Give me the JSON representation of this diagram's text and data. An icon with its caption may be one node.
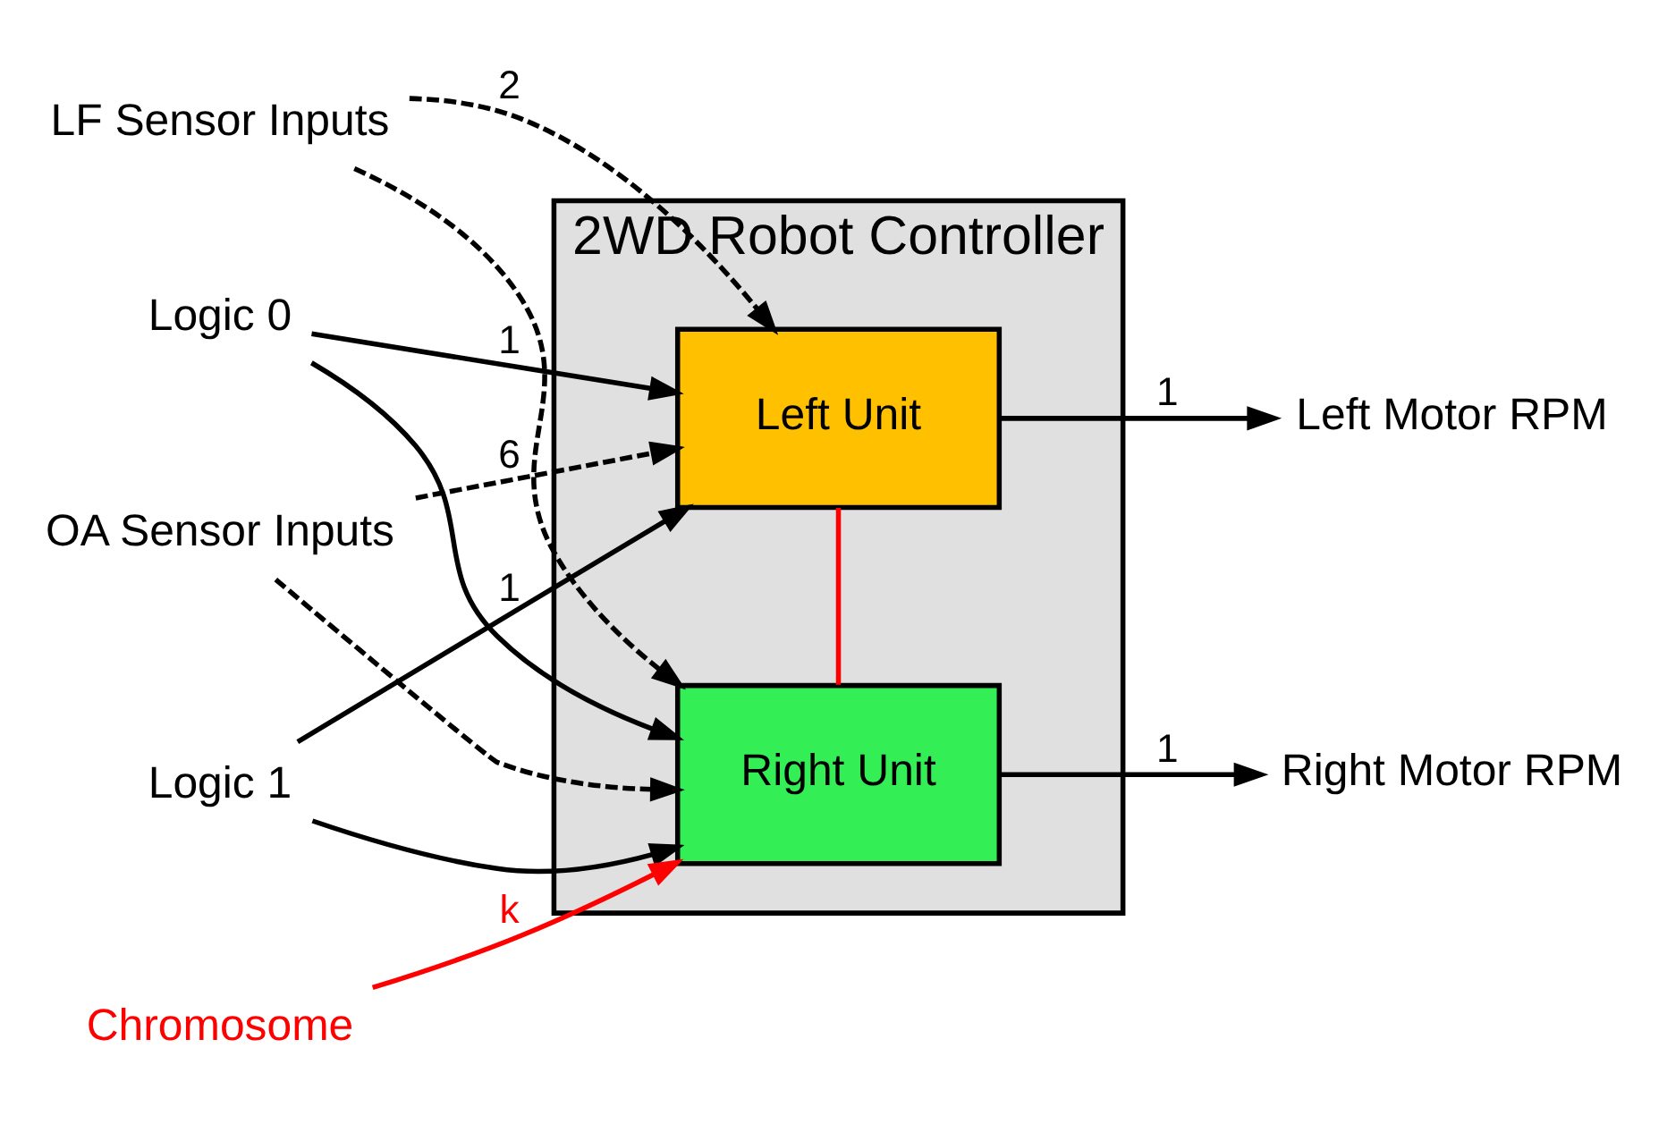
{
  "diagram": {
    "nodes": [
      {
        "text": [
          "2WD Robot Controller"
        ]
      },
      {
        "text": [
          "Left Unit"
        ],
        "in": 0
      },
      {
        "text": [
          "Right Unit"
        ],
        "in": 0
      },
      {
        "text": [
          "LF Sensor Inputs"
        ]
      },
      {
        "text": [
          "OA Sensor Inputs"
        ]
      },
      {
        "text": [
          "Logic 1"
        ]
      },
      {
        "text": [
          "Logic 0"
        ]
      },
      {
        "text": [
          "Left Motor RPM"
        ]
      },
      {
        "text": [
          "Right Motor RPM"
        ]
      },
      {
        "text": [
          "Chromosome"
        ]
      }
    ],
    "edges": [
      {
        "from": 3,
        "to": 1,
        "arrow": "to",
        "label": "2",
        "style": "dashed"
      },
      {
        "from": 3,
        "to": 2,
        "arrow": "to",
        "style": "dashed"
      },
      {
        "from": 4,
        "to": 1,
        "arrow": "to",
        "label": "6",
        "style": "dashed"
      },
      {
        "from": 4,
        "to": 2,
        "arrow": "to",
        "style": "dashed"
      },
      {
        "from": 5,
        "to": 1,
        "arrow": "to",
        "label": "1"
      },
      {
        "from": 5,
        "to": 2,
        "arrow": "to"
      },
      {
        "from": 6,
        "to": 1,
        "arrow": "to",
        "label": "1"
      },
      {
        "from": 6,
        "to": 2,
        "arrow": "to"
      },
      {
        "from": 1,
        "to": 7,
        "arrow": "to",
        "label": "1"
      },
      {
        "from": 2,
        "to": 8,
        "arrow": "to",
        "label": "1"
      },
      {
        "from": 1,
        "to": 2,
        "arrow": "none",
        "color": "#ff0000"
      },
      {
        "from": 9,
        "to": 2,
        "arrow": "to",
        "label": "k",
        "color": "#ff0000"
      }
    ]
  }
}
